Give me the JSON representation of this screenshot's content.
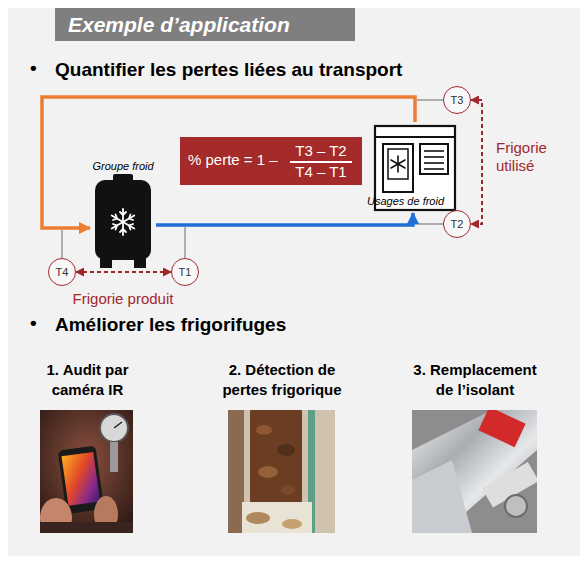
{
  "diagram": {
    "title": "Exemple d’application",
    "nodes": [
      {
        "text": [
          "T3"
        ]
      },
      {
        "text": [
          "% perte = 1 –",
          "T3 – T2",
          "T4 – T1"
        ]
      },
      {
        "text": [
          "Usages de froid"
        ]
      },
      {
        "text": [
          "Groupe froid"
        ]
      },
      {
        "text": [
          "T2"
        ]
      },
      {
        "text": [
          "T4"
        ]
      },
      {
        "text": [
          "T1"
        ]
      },
      {
        "text": [
          "1. Audit par caméra IR"
        ]
      },
      {
        "text": [
          "2. Détection de pertes frigorique"
        ]
      },
      {
        "text": [
          "3. Remplacement de l’isolant"
        ]
      }
    ],
    "edges": [
      {
        "from": 2,
        "to": 3,
        "arrow": "to"
      },
      {
        "from": 3,
        "to": 2,
        "arrow": "to"
      },
      {
        "from": 0,
        "to": 4,
        "label": "Frigorie utilisé",
        "arrow": "both"
      },
      {
        "from": 5,
        "to": 6,
        "label": "Frigorie produit",
        "arrow": "both"
      }
    ],
    "labels": [
      "•",
      "Quantifier les pertes liées au transport",
      "•",
      "Améliorer les frigorifuges"
    ]
  }
}
